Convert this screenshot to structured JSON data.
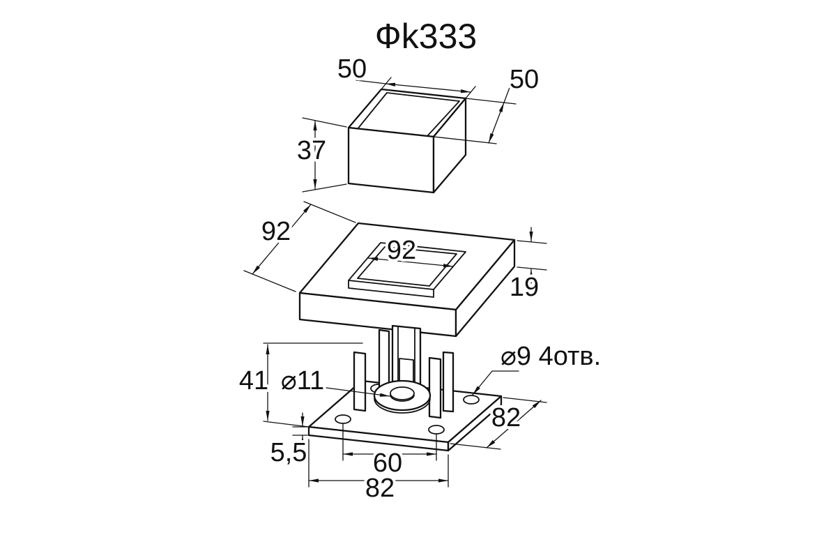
{
  "drawing_title": "Фk333",
  "dimensions": {
    "tube_width": "50",
    "tube_depth": "50",
    "tube_height": "37",
    "flange_width": "92",
    "flange_inner_width": "92",
    "flange_thickness": "19",
    "clip_height": "41",
    "center_hole_diameter": "⌀11",
    "corner_holes": "⌀9 4отв.",
    "base_depth": "82",
    "base_plate_thickness": "5,5",
    "hole_spacing": "60",
    "base_width": "82"
  },
  "colors": {
    "line": "#111111",
    "background": "#ffffff"
  }
}
